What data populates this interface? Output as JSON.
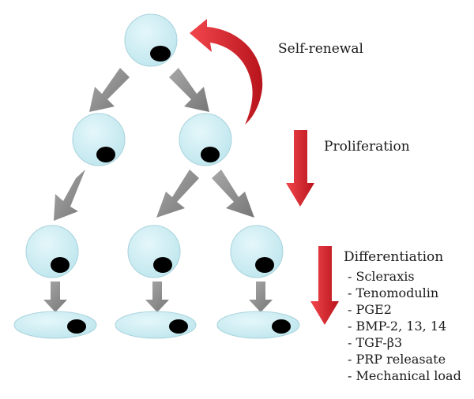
{
  "labels": {
    "self_renewal": "Self-renewal",
    "proliferation": "Proliferation",
    "differentiation": "Differentiation"
  },
  "factors": [
    "- Scleraxis",
    "- Tenomodulin",
    "- PGE2",
    "- BMP-2, 13, 14",
    "- TGF-β3",
    "- PRP releasate",
    "- Mechanical load"
  ],
  "colors": {
    "cell_fill": "#cdeef3",
    "cell_edge": "#a9d3dc",
    "nucleus": "#000000",
    "gray_arrow": "#8c8c8c",
    "red_arrow": "#d8202a"
  }
}
